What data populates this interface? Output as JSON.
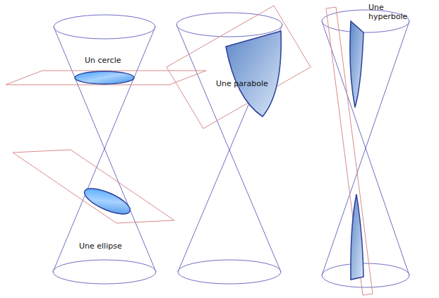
{
  "diagram": {
    "labels": [
      "Un cercle",
      "Une ellipse",
      "Une parabole",
      "Une hyperbole"
    ]
  }
}
